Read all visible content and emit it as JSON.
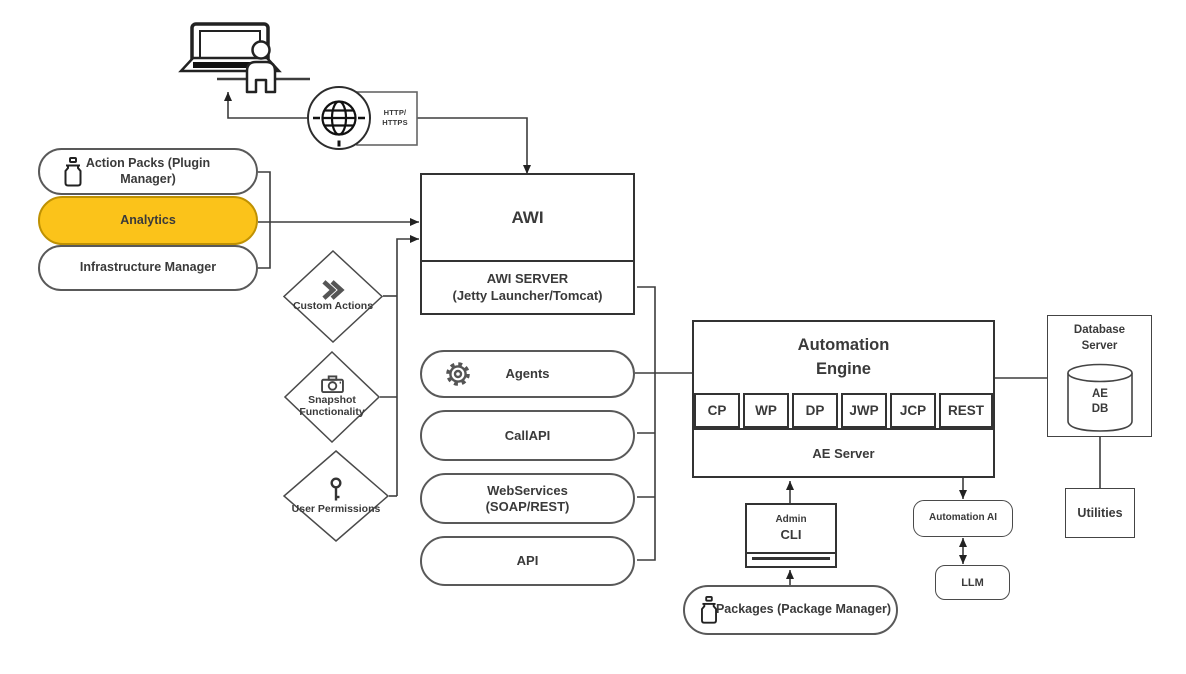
{
  "colors": {
    "highlight_fill": "#FBC31A",
    "highlight_border": "#BF9102",
    "line": "#3d3d3d",
    "box_border": "#333333",
    "pill_border": "#595959",
    "text": "#3a3a3a"
  },
  "http_gateway": {
    "line1": "HTTP/",
    "line2": "HTTPS"
  },
  "left_modules": [
    {
      "id": "action-packs",
      "label": "Action Packs (Plugin Manager)",
      "icon": "package-icon",
      "highlighted": false
    },
    {
      "id": "analytics",
      "label": "Analytics",
      "highlighted": true
    },
    {
      "id": "infrastructure-manager",
      "label": "Infrastructure Manager",
      "highlighted": false
    }
  ],
  "features": [
    {
      "id": "custom-actions",
      "label": "Custom Actions",
      "icon": "double-chevron-icon"
    },
    {
      "id": "snapshot-functionality",
      "label": "Snapshot Functionality",
      "icon": "camera-icon"
    },
    {
      "id": "user-permissions",
      "label": "User Permissions",
      "icon": "key-icon"
    }
  ],
  "awi": {
    "title": "AWI",
    "server_title": "AWI SERVER",
    "server_subtitle": "(Jetty Launcher/Tomcat)"
  },
  "interfaces": [
    {
      "id": "agents",
      "label": "Agents",
      "icon": "gear-icon"
    },
    {
      "id": "callapi",
      "label": "CallAPI"
    },
    {
      "id": "webservices",
      "label": "WebServices (SOAP/REST)"
    },
    {
      "id": "api",
      "label": "API"
    }
  ],
  "automation_engine": {
    "title": "Automation Engine",
    "processes": [
      "CP",
      "WP",
      "DP",
      "JWP",
      "JCP",
      "REST"
    ],
    "server_label": "AE Server"
  },
  "admin_cli": {
    "line1": "Admin",
    "line2": "CLI"
  },
  "packages": {
    "label": "Packages (Package Manager)",
    "icon": "package-icon"
  },
  "automation_ai": {
    "label": "Automation AI"
  },
  "llm": {
    "label": "LLM"
  },
  "database_server": {
    "title": "Database Server",
    "db_label": "AE DB"
  },
  "utilities": {
    "label": "Utilities"
  }
}
